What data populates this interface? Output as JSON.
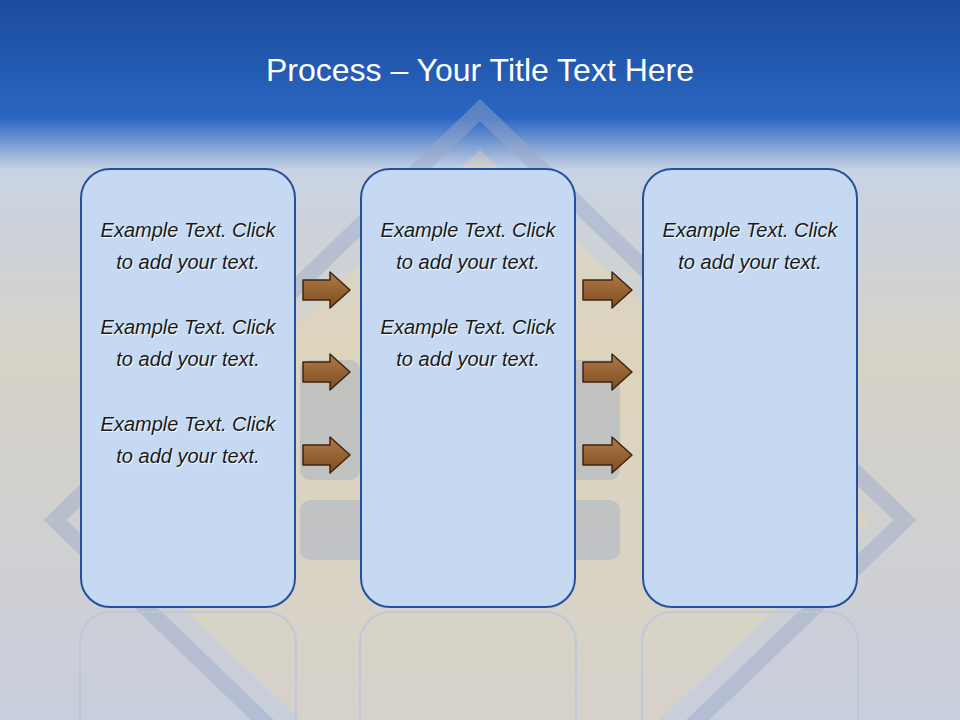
{
  "diagram": {
    "title": "Process – Your Title Text Here",
    "nodes": [
      {
        "text": [
          "Example Text. Click to add your text.",
          "Example Text. Click to add your text.",
          "Example Text. Click to add your text."
        ]
      },
      {
        "text": [
          "Example Text. Click to add your text.",
          "Example Text. Click to add your text."
        ]
      },
      {
        "text": [
          "Example Text. Click to add your text."
        ]
      }
    ],
    "edges": [
      {
        "from": 0,
        "to": 1,
        "arrow": "to"
      },
      {
        "from": 0,
        "to": 1,
        "arrow": "to"
      },
      {
        "from": 0,
        "to": 1,
        "arrow": "to"
      },
      {
        "from": 1,
        "to": 2,
        "arrow": "to"
      },
      {
        "from": 1,
        "to": 2,
        "arrow": "to"
      },
      {
        "from": 1,
        "to": 2,
        "arrow": "to"
      }
    ]
  }
}
